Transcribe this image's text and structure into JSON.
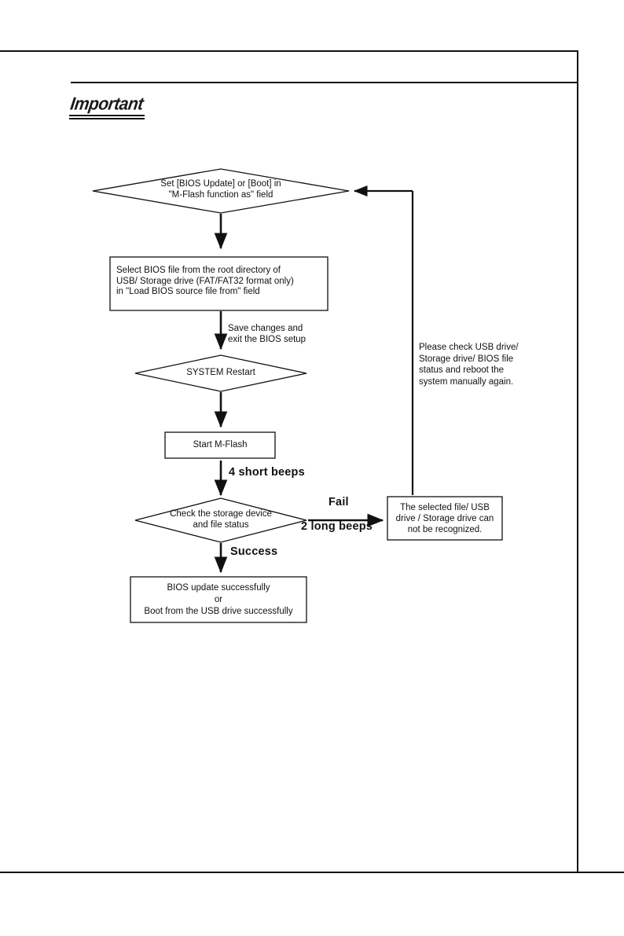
{
  "page": {
    "heading": "Important"
  },
  "flowchart": {
    "title": "M-Flash BIOS update flow",
    "nodes": [
      {
        "id": "set-mflash-function",
        "shape": "diamond",
        "text": "Set [BIOS Update] or [Boot] in\n\"M-Flash function as\" field"
      },
      {
        "id": "select-bios-file",
        "shape": "rect",
        "text": "Select BIOS file from the root directory of\nUSB/ Storage drive (FAT/FAT32 format only)\nin \"Load BIOS source file from\" field"
      },
      {
        "id": "system-restart",
        "shape": "diamond",
        "text": "SYSTEM Restart"
      },
      {
        "id": "start-mflash",
        "shape": "rect",
        "text": "Start M-Flash"
      },
      {
        "id": "check-storage",
        "shape": "diamond",
        "text": "Check the storage device\nand file status"
      },
      {
        "id": "error-not-recognized",
        "shape": "rect",
        "text": "The selected file/ USB\ndrive / Storage drive can\nnot be recognized."
      },
      {
        "id": "success-result",
        "shape": "rect",
        "text": "BIOS update successfully\nor\nBoot from the USB drive successfully"
      }
    ],
    "edge_labels": {
      "save_exit": "Save changes and\nexit the BIOS setup",
      "four_short_beeps": "4 short beeps",
      "fail": "Fail",
      "two_long_beeps": "2 long beeps",
      "success": "Success"
    },
    "side_note": "Please check USB drive/\nStorage drive/ BIOS file\nstatus and reboot the\nsystem manually again."
  }
}
